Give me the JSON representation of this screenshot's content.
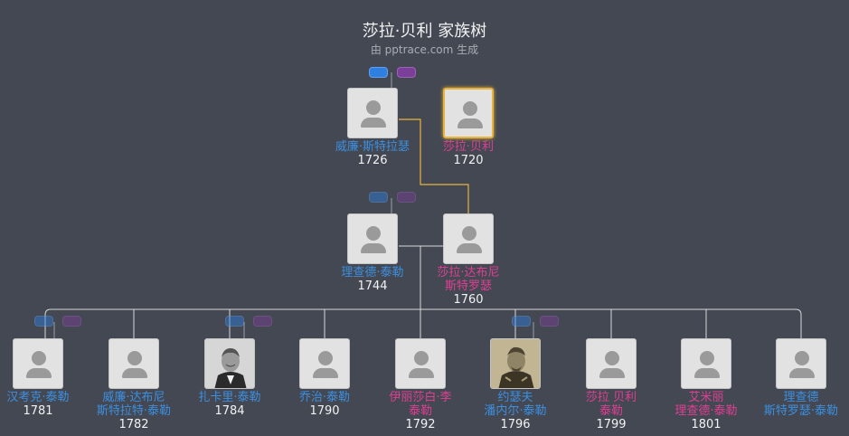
{
  "header": {
    "title": "莎拉·贝利 家族树",
    "subtitle": "由 pptrace.com 生成"
  },
  "people": {
    "william_stratus": {
      "name": "威廉·斯特拉瑟",
      "year": "1726",
      "gender": "m"
    },
    "sarah_bailey": {
      "name": "莎拉·贝利",
      "year": "1720",
      "gender": "f"
    },
    "richard_taylor": {
      "name": "理查德·泰勒",
      "year": "1744",
      "gender": "m"
    },
    "sarah_dabney": {
      "name_l1": "莎拉·达布尼",
      "name_l2": "斯特罗瑟",
      "year": "1760",
      "gender": "f"
    },
    "hancock": {
      "name": "汉考克·泰勒",
      "year": "1781",
      "gender": "m"
    },
    "william_dabney": {
      "name_l1": "威廉·达布尼",
      "name_l2": "斯特拉特·泰勒",
      "year": "1782",
      "gender": "m"
    },
    "zachary": {
      "name": "扎卡里·泰勒",
      "year": "1784",
      "gender": "m"
    },
    "george": {
      "name": "乔治·泰勒",
      "year": "1790",
      "gender": "m"
    },
    "elizabeth": {
      "name_l1": "伊丽莎白·李",
      "name_l2": "泰勒",
      "year": "1792",
      "gender": "f"
    },
    "joseph": {
      "name_l1": "约瑟夫",
      "name_l2": "潘内尔·泰勒",
      "year": "1796",
      "gender": "m"
    },
    "sarah_b": {
      "name_l1": "莎拉 贝利",
      "name_l2": "泰勒",
      "year": "1799",
      "gender": "f"
    },
    "emily": {
      "name_l1": "艾米丽",
      "name_l2": "理查德·泰勒",
      "year": "1801",
      "gender": "f"
    },
    "richard_s": {
      "name_l1": "理查德",
      "name_l2": "斯特罗瑟·泰勒",
      "year": "",
      "gender": "m"
    }
  },
  "colors": {
    "background": "#434852",
    "male": "#3d8fe0",
    "female": "#df3f93",
    "highlight": "#e8b33b",
    "connector": "#d8d8d8"
  },
  "icons": {
    "placeholder": "person-silhouette-icon",
    "badge_male": "male-badge",
    "badge_female": "female-badge"
  }
}
